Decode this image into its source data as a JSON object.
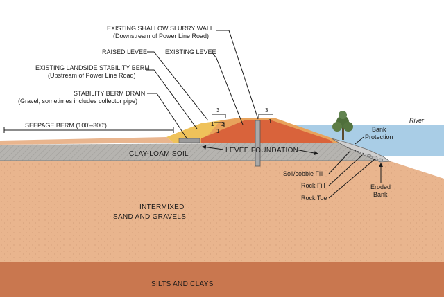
{
  "colors": {
    "sky": "#ffffff",
    "water": "#a9cde6",
    "sand": "#e9b58e",
    "silt": "#c9774f",
    "clay_loam": "#b6b4b0",
    "levee_existing": "#d9633b",
    "levee_raised": "#e8a35c",
    "stability_berm": "#efc25a",
    "slurry_wall": "#a9a9a9",
    "drain": "#9a9a9a"
  },
  "labels": {
    "slurry_wall": "EXISTING SHALLOW SLURRY WALL",
    "slurry_wall_sub": "(Downstream of Power Line Road)",
    "raised_levee": "RAISED LEVEE",
    "existing_levee": "EXISTING LEVEE",
    "landside_berm": "EXISTING LANDSIDE STABILITY BERM",
    "landside_berm_sub": "(Upstream of Power Line Road)",
    "berm_drain": "STABILITY BERM DRAIN",
    "berm_drain_sub": "(Gravel, sometimes includes collector pipe)",
    "seepage_berm": "SEEPAGE BERM (100'–300')",
    "clay_loam": "CLAY-LOAM SOIL",
    "levee_foundation": "LEVEE FOUNDATION",
    "river": "River",
    "bank_protection_1": "Bank",
    "bank_protection_2": "Protection",
    "soil_cobble": "Soil/cobble Fill",
    "rock_fill": "Rock Fill",
    "rock_toe": "Rock Toe",
    "eroded_bank_1": "Eroded",
    "eroded_bank_2": "Bank",
    "intermixed_1": "INTERMIXED",
    "intermixed_2": "SAND AND GRAVELS",
    "silts": "SILTS AND CLAYS"
  },
  "slopes": {
    "top_left": "3",
    "top_right": "3",
    "inner_1": "1",
    "inner_2": "2",
    "inner_3": "1",
    "outer_1": "1"
  }
}
